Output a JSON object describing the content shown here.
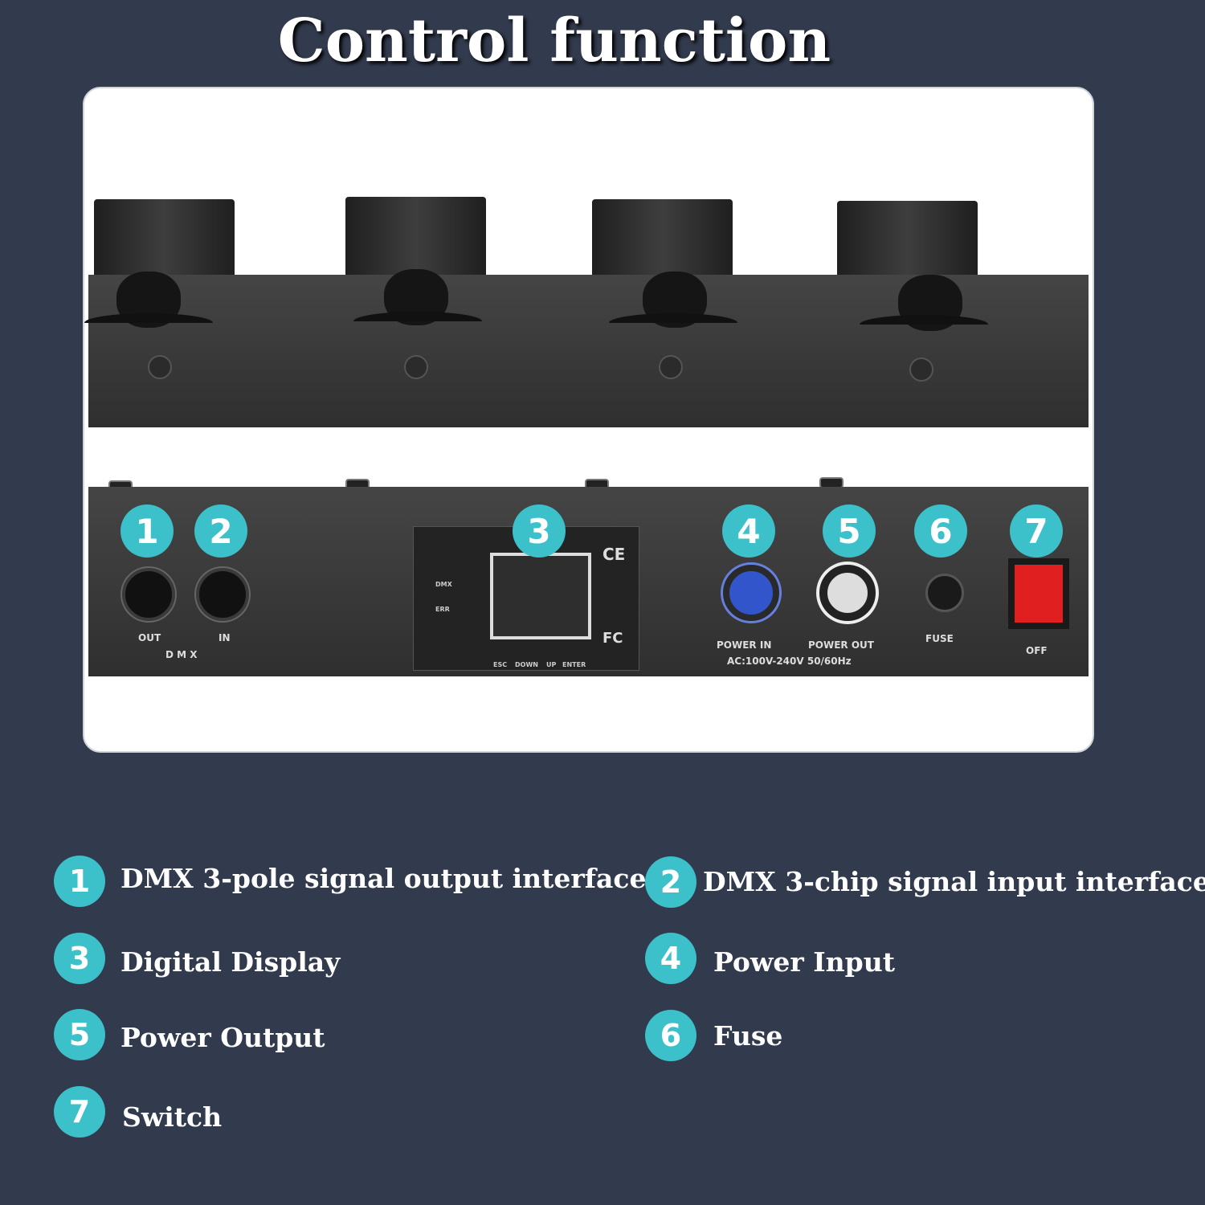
{
  "title": "Control function",
  "panel_labels": {
    "dmx_out": "OUT",
    "dmx_in": "IN",
    "dmx": "D M X",
    "led_dmx": "DMX",
    "led_err": "ERR",
    "buttons": [
      "ESC",
      "DOWN",
      "UP",
      "ENTER"
    ],
    "power_in": "POWER IN",
    "power_out": "POWER OUT",
    "voltage": "AC:100V-240V  50/60Hz",
    "fuse": "FUSE",
    "switch_off": "OFF",
    "ce": "CE",
    "fc": "FC"
  },
  "markers": [
    "1",
    "2",
    "3",
    "4",
    "5",
    "6",
    "7"
  ],
  "legend": [
    {
      "num": "1",
      "text": "DMX 3-pole signal output interface"
    },
    {
      "num": "2",
      "text": "DMX 3-chip signal input interface"
    },
    {
      "num": "3",
      "text": "Digital Display"
    },
    {
      "num": "4",
      "text": "Power Input"
    },
    {
      "num": "5",
      "text": "Power Output"
    },
    {
      "num": "6",
      "text": "Fuse"
    },
    {
      "num": "7",
      "text": "Switch"
    }
  ],
  "colors": {
    "background": "#323a4d",
    "accent": "#3cc0c9",
    "power_in": "#3355cc",
    "switch": "#e02020"
  }
}
